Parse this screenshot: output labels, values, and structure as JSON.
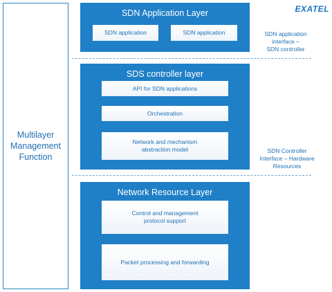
{
  "logo": "EXATEL",
  "management": {
    "label": "Multilayer\nManagement\nFunction"
  },
  "layers": {
    "application": {
      "title": "SDN Application Layer",
      "boxes": [
        "SDN application",
        "SDN application"
      ]
    },
    "controller": {
      "title": "SDS controller layer",
      "boxes": [
        "API for SDN applications",
        "Orchestration",
        "Network and mechanism\nabstraction model"
      ]
    },
    "resource": {
      "title": "Network Resource Layer",
      "boxes": [
        "Control and management\nprotocol support",
        "Packet processing and forwarding"
      ]
    }
  },
  "interfaces": {
    "app_to_controller": "SDN application\ninterface –\nSDN controller",
    "controller_to_hardware": "SDN Controller\nInterface – Hardware\nResources"
  },
  "colors": {
    "layer_fill": "#1f7fc7",
    "text_blue": "#1f6fb2",
    "border": "#2b84c4"
  }
}
